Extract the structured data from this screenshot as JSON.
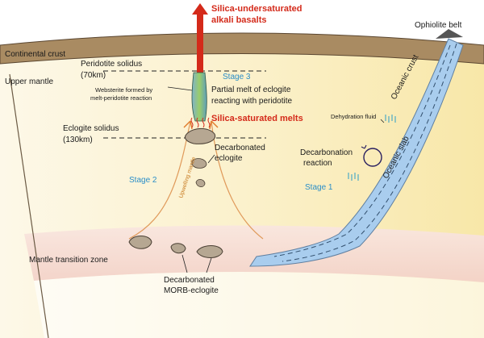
{
  "labels": {
    "continental_crust": "Continental crust",
    "upper_mantle": "Upper mantle",
    "ophiolite_belt": "Ophiolite belt",
    "title_line1": "Silica-undersaturated",
    "title_line2": "alkali basalts",
    "peridotite_solidus": "Peridotite solidus",
    "peridotite_depth": "(70km)",
    "stage3": "Stage 3",
    "websterite_line1": "Websterite formed by",
    "websterite_line2": "melt-peridotite reaction",
    "partial_melt_line1": "Partial melt of eclogite",
    "partial_melt_line2": "reacting with peridotite",
    "silica_saturated": "Silica-saturated melts",
    "eclogite_solidus": "Eclogite solidus",
    "eclogite_depth": "(130km)",
    "decarbonated_line1": "Decarbonated",
    "decarbonated_line2": "eclogite",
    "stage2": "Stage 2",
    "upwelling_mantle": "Upwelling mantle",
    "oceanic_crust": "Oceanic crust",
    "dehydration_fluid": "Dehydration fluid",
    "decarbonation_line1": "Decarbonation",
    "decarbonation_line2": "reaction",
    "oceanic_slab": "Oceanic slab",
    "stage1": "Stage 1",
    "mantle_transition_zone": "Mantle transition zone",
    "morb_line1": "Decarbonated",
    "morb_line2": "MORB-eclogite"
  },
  "colors": {
    "crust": "#a98b62",
    "mantle_warm": "#fbf0c8",
    "transition_zone": "#f6ddd6",
    "slab": "#a9cdee",
    "upwelling": "#e07a2a",
    "red_melt": "#d42a1a",
    "stage_blue": "#2a8ec8"
  }
}
